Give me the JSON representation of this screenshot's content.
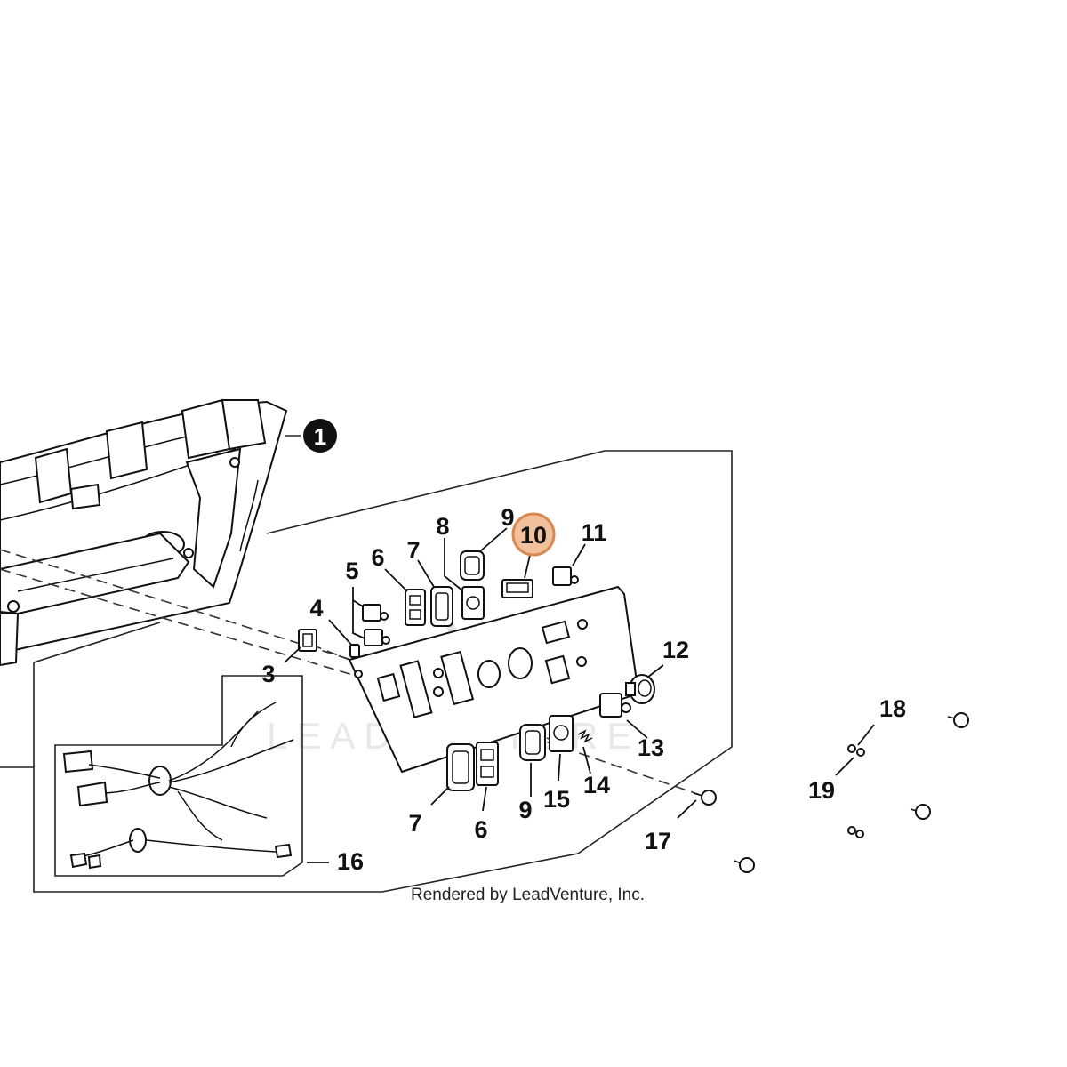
{
  "callouts": {
    "c1": "1",
    "c3": "3",
    "c4": "4",
    "c5": "5",
    "c6a": "6",
    "c6b": "6",
    "c7a": "7",
    "c7b": "7",
    "c8": "8",
    "c9a": "9",
    "c9b": "9",
    "c10": "10",
    "c11": "11",
    "c12": "12",
    "c13": "13",
    "c14": "14",
    "c15": "15",
    "c16": "16",
    "c17": "17",
    "c18": "18",
    "c19": "19"
  },
  "highlight": {
    "color": "#f2c19b",
    "ring": "#d9894f"
  },
  "watermark": "LEADVENTURE",
  "credit": "Rendered by LeadVenture, Inc."
}
